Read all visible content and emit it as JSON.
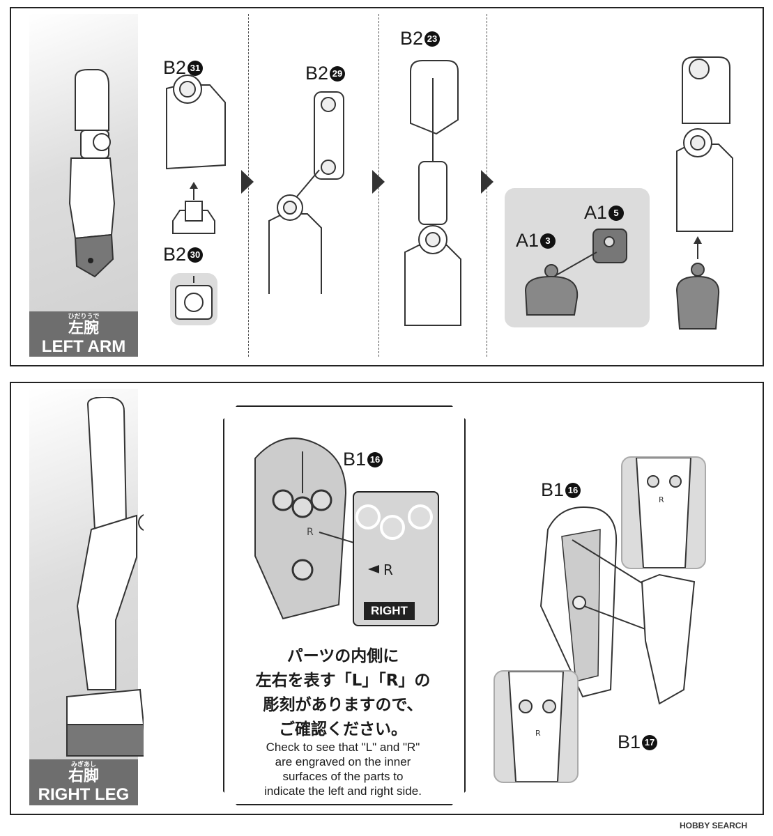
{
  "top_section": {
    "title_ruby": "ひだりうで",
    "title_jp": "左腕",
    "title_en": "LEFT ARM",
    "parts": [
      {
        "code": "B2",
        "number": "31"
      },
      {
        "code": "B2",
        "number": "30"
      },
      {
        "code": "B2",
        "number": "29"
      },
      {
        "code": "B2",
        "number": "23"
      },
      {
        "code": "A1",
        "number": "3"
      },
      {
        "code": "A1",
        "number": "5"
      }
    ]
  },
  "bottom_section": {
    "title_ruby": "みぎあし",
    "title_jp": "右脚",
    "title_en": "RIGHT LEG",
    "note": {
      "jp_lines": [
        "パーツの内側に",
        "左右を表す「L」「R」の",
        "彫刻がありますので、",
        "ご確認ください。"
      ],
      "en_lines": [
        "Check to see that \"L\" and \"R\"",
        "are engraved on the inner",
        "surfaces of the parts to",
        "indicate the left and right side."
      ],
      "part": {
        "code": "B1",
        "number": "16"
      },
      "engraving_mark": "R",
      "right_tag": "RIGHT"
    },
    "parts": [
      {
        "code": "B1",
        "number": "16"
      },
      {
        "code": "B1",
        "number": "17"
      }
    ],
    "detail_mark": "R"
  },
  "watermark": "HOBBY SEARCH"
}
